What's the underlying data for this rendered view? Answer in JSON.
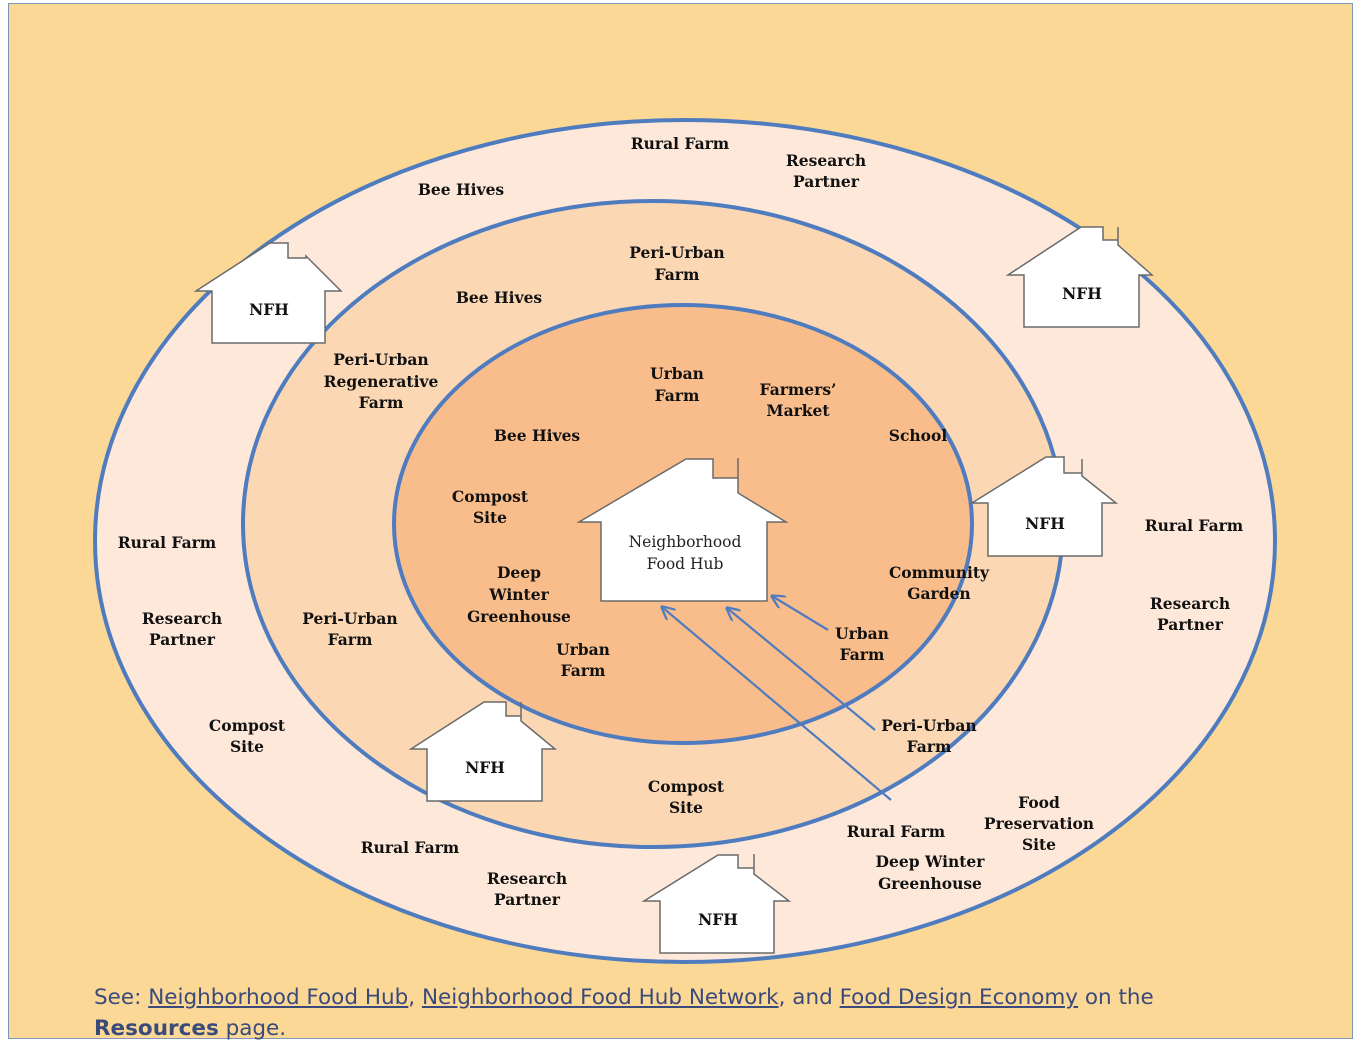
{
  "labels": {
    "outer_rural_top": "Rural  Farm",
    "outer_research_top": [
      "Research",
      "Partner"
    ],
    "outer_bee": "Bee Hives",
    "outer_rural_left": "Rural  Farm",
    "outer_research_left": [
      "Research",
      "Partner"
    ],
    "outer_compost_left": [
      "Compost",
      "Site"
    ],
    "outer_rural_bottom": "Rural  Farm",
    "outer_research_bottom": [
      "Research",
      "Partner"
    ],
    "outer_rural_right": "Rural  Farm",
    "outer_research_right": [
      "Research",
      "Partner"
    ],
    "outer_food_preservation": [
      "Food",
      "Preservation",
      "Site"
    ],
    "outer_deep_winter": [
      "Deep Winter",
      "Greenhouse"
    ],
    "outer_rural_arrow": "Rural  Farm",
    "middle_peri_top": [
      "Peri-Urban",
      "Farm"
    ],
    "middle_bee": "Bee Hives",
    "middle_regenerative": [
      "Peri-Urban",
      "Regenerative",
      "Farm"
    ],
    "middle_peri_left": [
      "Peri-Urban",
      "Farm"
    ],
    "middle_compost": [
      "Compost",
      "Site"
    ],
    "middle_peri_arrow": [
      "Peri-Urban",
      "Farm"
    ],
    "inner_urban_top": [
      "Urban",
      "Farm"
    ],
    "inner_farmers_market": [
      "Farmers’",
      "Market"
    ],
    "inner_school": "School",
    "inner_bee": "Bee Hives",
    "inner_compost": [
      "Compost",
      "Site"
    ],
    "inner_deep_winter": [
      "Deep",
      "Winter",
      "Greenhouse"
    ],
    "inner_community_garden": [
      "Community",
      "Garden"
    ],
    "inner_urban_bottom": [
      "Urban",
      "Farm"
    ],
    "inner_urban_arrow": [
      "Urban",
      "Farm"
    ]
  },
  "hub": {
    "line1": "Neighborhood",
    "line2": "Food Hub"
  },
  "nfh_label": "NFH",
  "footer": {
    "see": "See: ",
    "link1": "Neighborhood Food Hub",
    "sep1": ", ",
    "link2": "Neighborhood Food Hub Network",
    "sep2": ", and ",
    "link3": "Food Design Economy",
    "tail1": " on the ",
    "bold": "Resources",
    "tail2": " page."
  },
  "colors": {
    "background": "#fcd896",
    "outer_ring": "#fde8d9",
    "middle_ring": "#fbd7b4",
    "inner_ring": "#f8bd8b",
    "ring_stroke": "#4f7cbf",
    "footer_text": "#3a4a7a"
  }
}
